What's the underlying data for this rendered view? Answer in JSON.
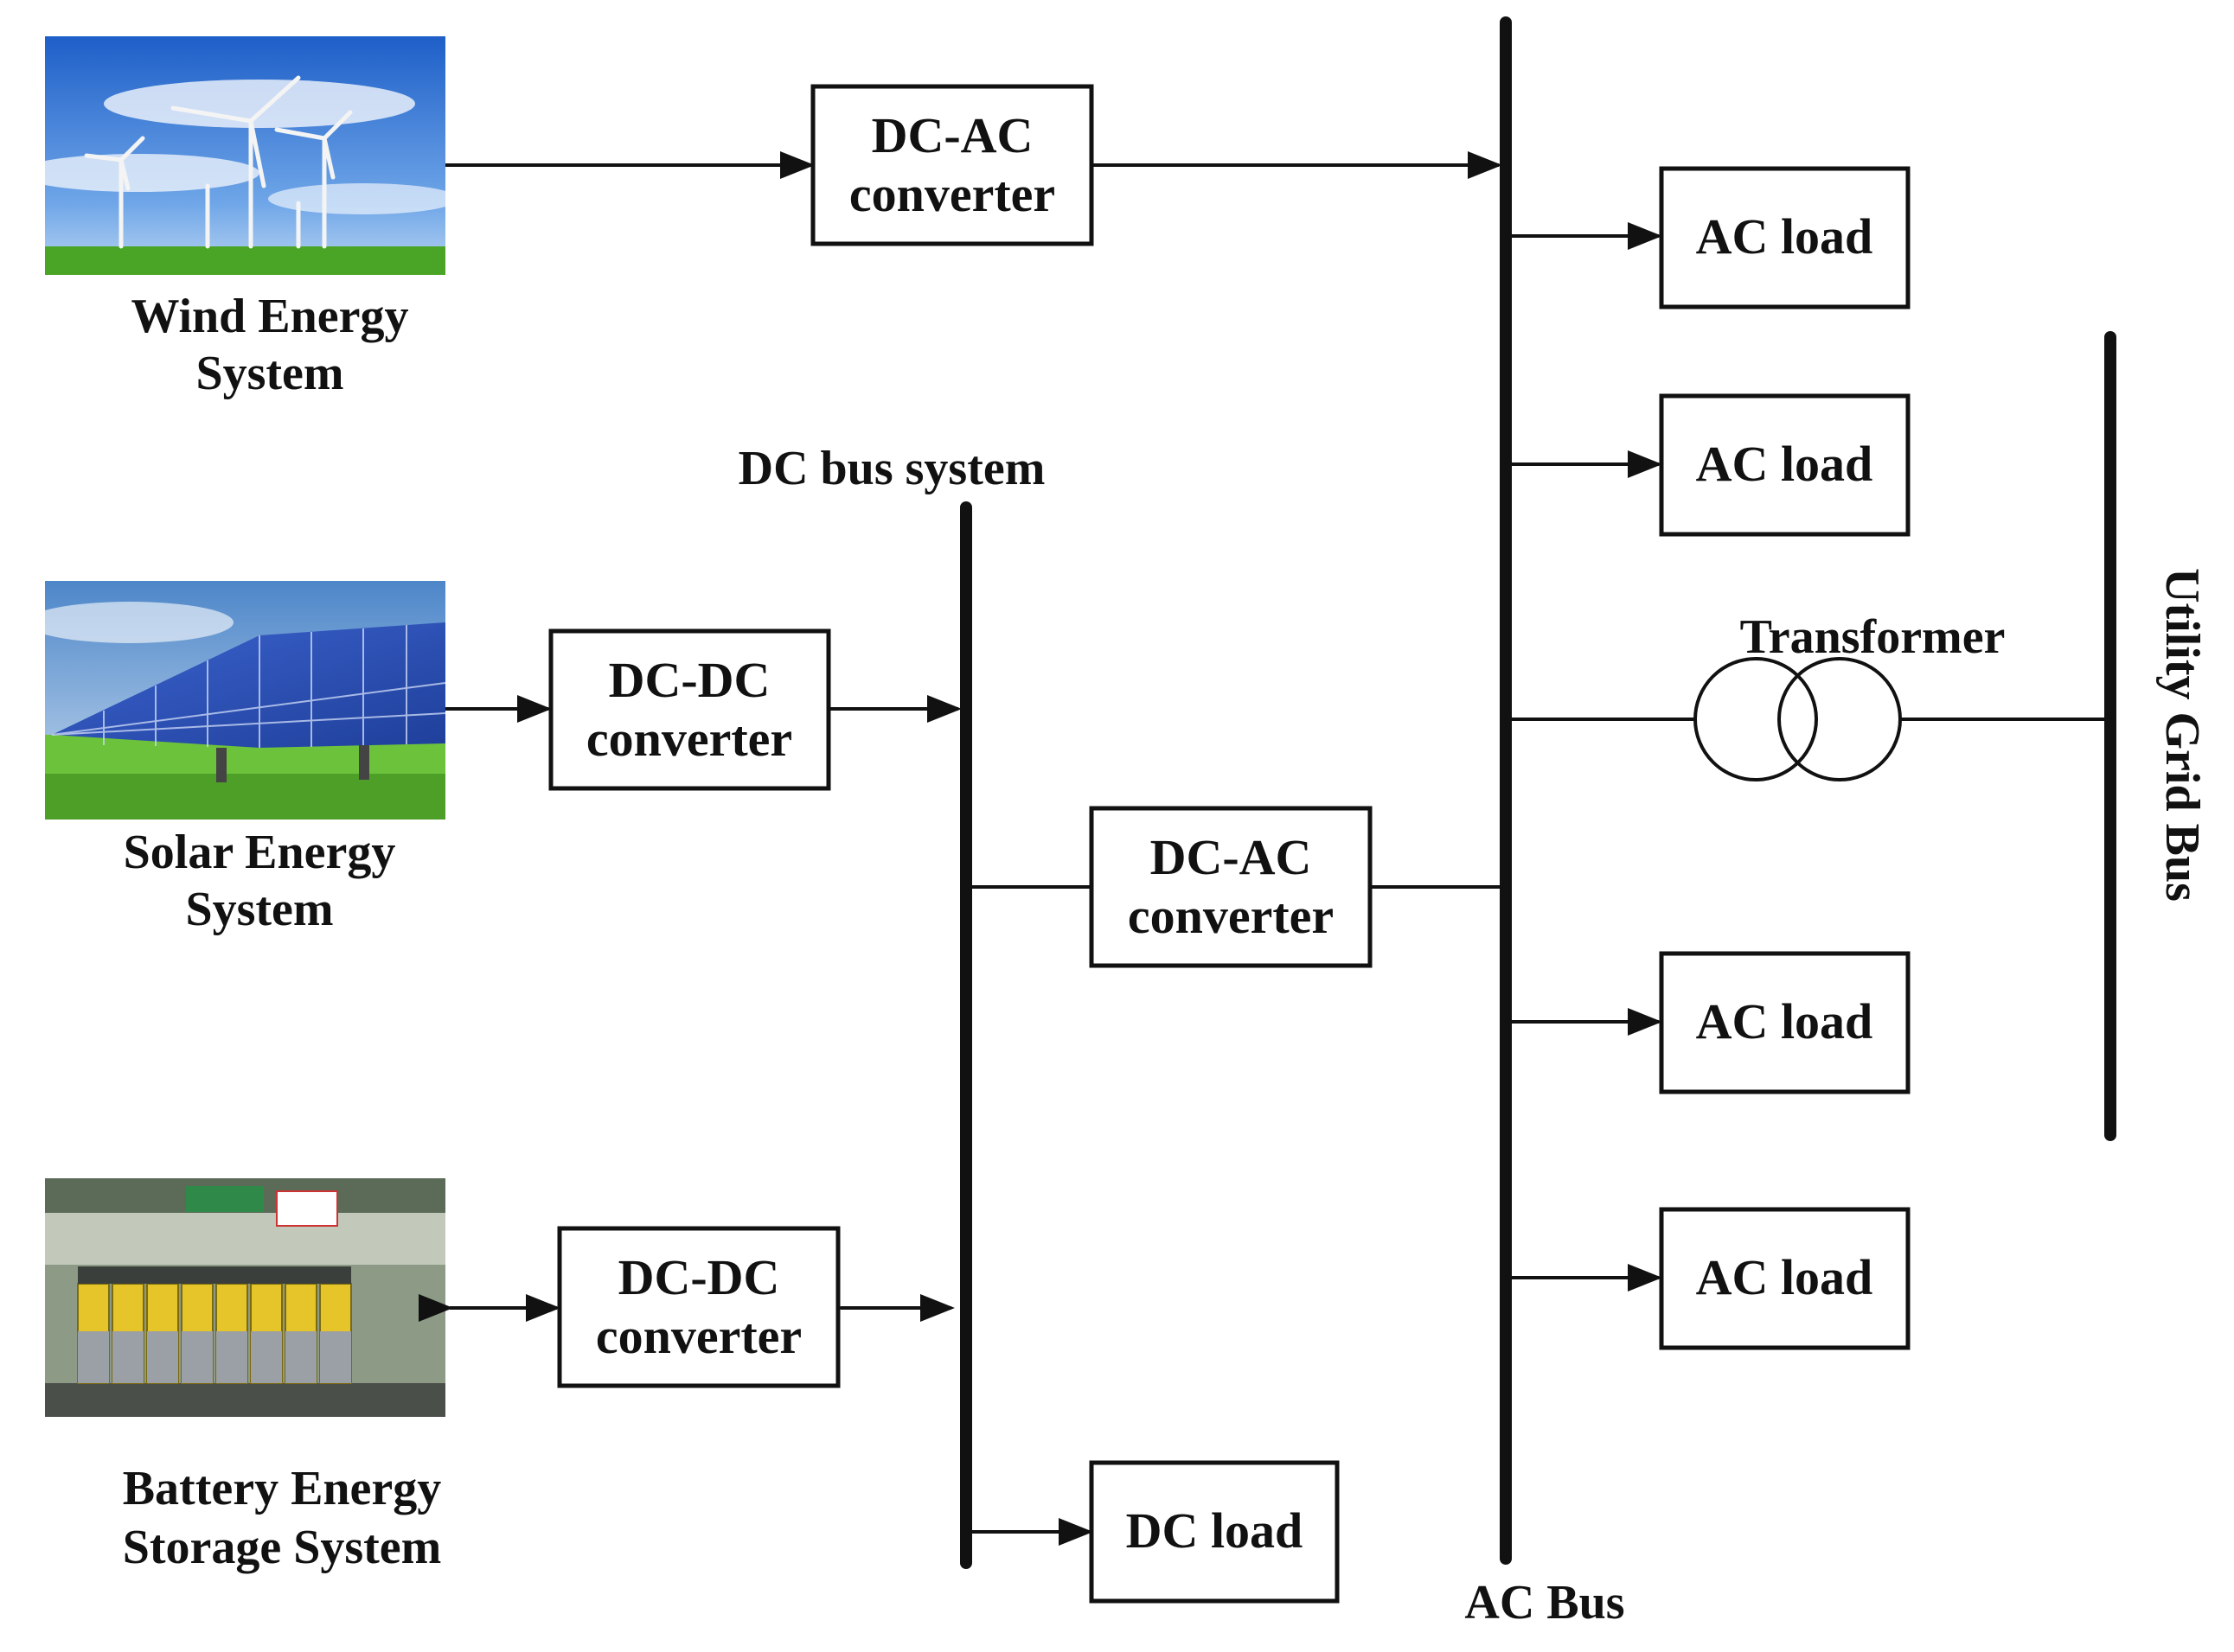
{
  "sources": {
    "wind": {
      "line1": "Wind Energy",
      "line2": "System",
      "icon": "wind-turbine-photo"
    },
    "solar": {
      "line1": "Solar Energy",
      "line2": "System",
      "icon": "solar-panel-photo"
    },
    "battery": {
      "line1": "Battery Energy",
      "line2": "Storage System",
      "icon": "battery-bank-photo"
    }
  },
  "converters": {
    "wind_dcac": {
      "line1": "DC-AC",
      "line2": "converter"
    },
    "solar_dcdc": {
      "line1": "DC-DC",
      "line2": "converter"
    },
    "battery_dcdc": {
      "line1": "DC-DC",
      "line2": "converter"
    },
    "bus_dcac": {
      "line1": "DC-AC",
      "line2": "converter"
    }
  },
  "buses": {
    "dc": "DC bus system",
    "ac": "AC Bus",
    "grid": "Utility Grid Bus"
  },
  "loads": {
    "ac": [
      "AC load",
      "AC load",
      "AC load",
      "AC load"
    ],
    "dc": "DC load"
  },
  "transformer": "Transformer",
  "colors": {
    "line": "#111111",
    "sky": "#2f6fd0",
    "grass": "#5cb82e",
    "panel": "#2e4fb8"
  }
}
